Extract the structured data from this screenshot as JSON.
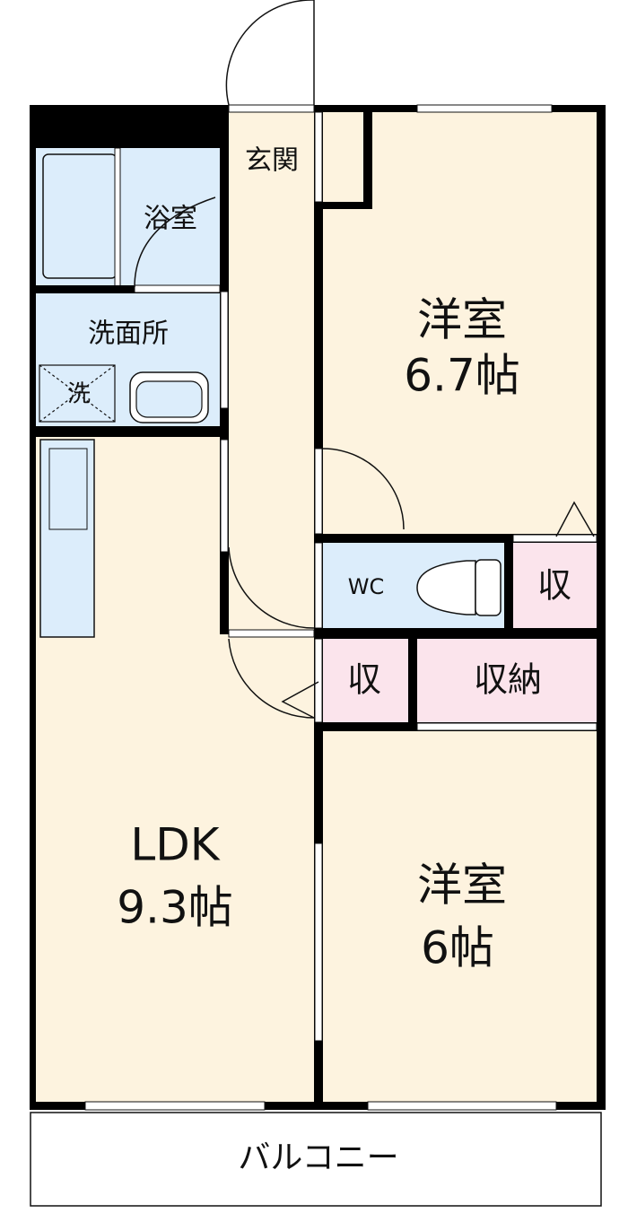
{
  "colors": {
    "floor": "#fdf3df",
    "wet": "#dcedfb",
    "storage": "#fbe4ec",
    "wall": "#000000"
  },
  "rooms": {
    "entrance": "玄関",
    "bathroom": "浴室",
    "washroom": "洗面所",
    "washer": "洗",
    "western_room_1": {
      "name": "洋室",
      "size": "6.7帖"
    },
    "wc": "WC",
    "storage_small_1": "収",
    "storage_small_2": "収",
    "storage_closet": "収納",
    "ldk": {
      "name": "LDK",
      "size": "9.3帖"
    },
    "western_room_2": {
      "name": "洋室",
      "size": "6帖"
    },
    "balcony": "バルコニー"
  }
}
